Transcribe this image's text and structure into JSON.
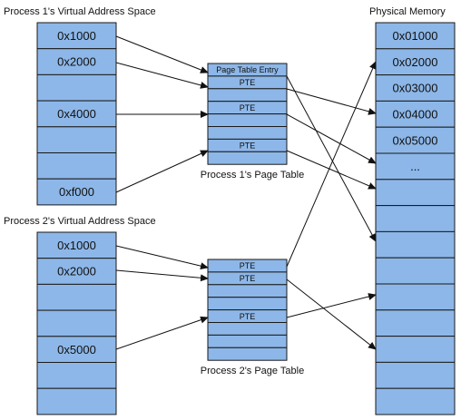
{
  "diagram": {
    "process1_space": {
      "title": "Process 1's Virtual Address Space",
      "cells": [
        "0x1000",
        "0x2000",
        "",
        "0x4000",
        "",
        "",
        "0xf000"
      ]
    },
    "process2_space": {
      "title": "Process 2's Virtual Address Space",
      "cells": [
        "0x1000",
        "0x2000",
        "",
        "",
        "0x5000",
        "",
        ""
      ]
    },
    "page_table_1": {
      "caption": "Process 1's Page Table",
      "entries": [
        "Page Table Entry",
        "PTE",
        "",
        "PTE",
        "",
        "",
        "PTE",
        ""
      ]
    },
    "page_table_2": {
      "caption": "Process 2's Page Table",
      "entries": [
        "PTE",
        "PTE",
        "",
        "",
        "PTE",
        "",
        "",
        ""
      ]
    },
    "physical_memory": {
      "title": "Physical Memory",
      "cells": [
        "0x01000",
        "0x02000",
        "0x03000",
        "0x04000",
        "0x05000",
        "...",
        "",
        "",
        "",
        "",
        "",
        "",
        "",
        "",
        ""
      ]
    },
    "colors": {
      "cell_fill": "#8db7e8",
      "stroke": "#1a1a1a"
    }
  }
}
